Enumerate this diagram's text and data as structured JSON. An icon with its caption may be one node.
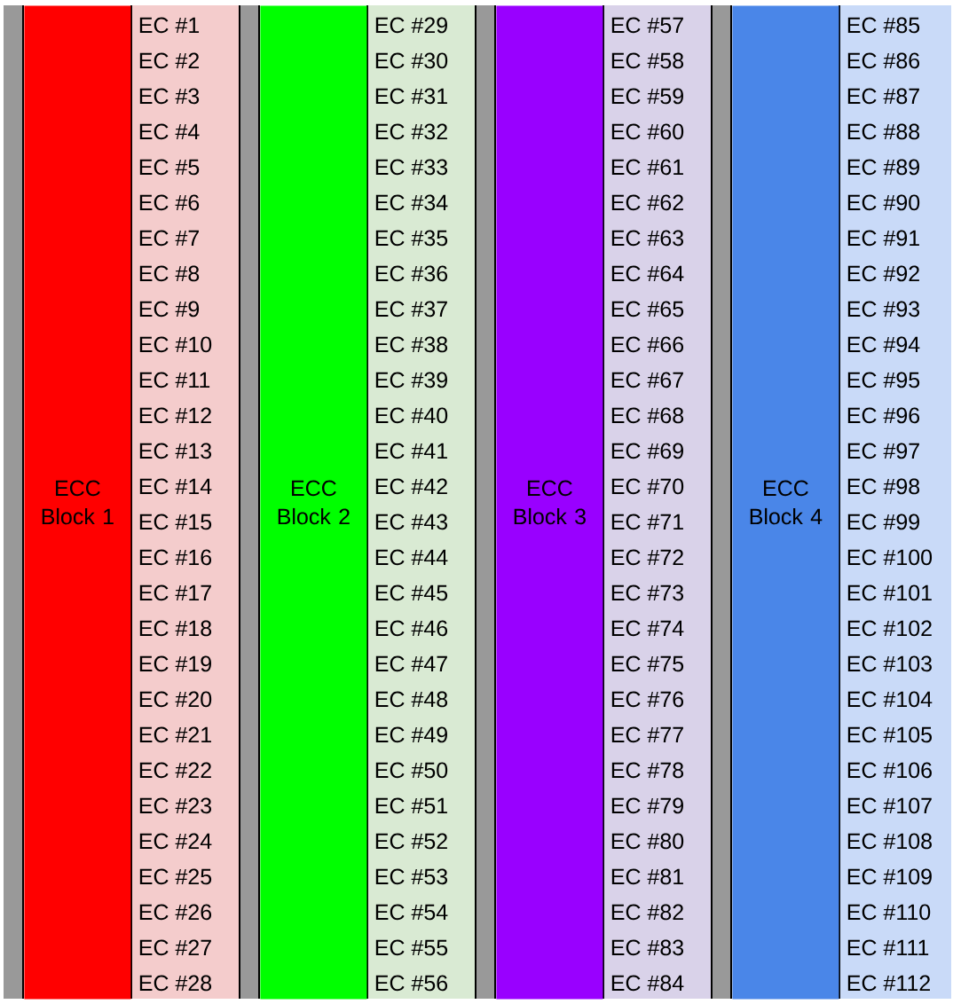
{
  "diagram": {
    "nodes": [
      {
        "text": [
          "ECC Block 1"
        ]
      },
      {
        "text": [
          "EC #1",
          "EC #2",
          "EC #3",
          "EC #4",
          "EC #5",
          "EC #6",
          "EC #7",
          "EC #8",
          "EC #9",
          "EC #10",
          "EC #11",
          "EC #12",
          "EC #13",
          "EC #14",
          "EC #15",
          "EC #16",
          "EC #17",
          "EC #18",
          "EC #19",
          "EC #20",
          "EC #21",
          "EC #22",
          "EC #23",
          "EC #24",
          "EC #25",
          "EC #26",
          "EC #27",
          "EC #28"
        ]
      },
      {
        "text": [
          "ECC Block 2"
        ]
      },
      {
        "text": [
          "EC #29",
          "EC #30",
          "EC #31",
          "EC #32",
          "EC #33",
          "EC #34",
          "EC #35",
          "EC #36",
          "EC #37",
          "EC #38",
          "EC #39",
          "EC #40",
          "EC #41",
          "EC #42",
          "EC #43",
          "EC #44",
          "EC #45",
          "EC #46",
          "EC #47",
          "EC #48",
          "EC #49",
          "EC #50",
          "EC #51",
          "EC #52",
          "EC #53",
          "EC #54",
          "EC #55",
          "EC #56"
        ]
      },
      {
        "text": [
          "ECC Block 3"
        ]
      },
      {
        "text": [
          "EC #57",
          "EC #58",
          "EC #59",
          "EC #60",
          "EC #61",
          "EC #62",
          "EC #63",
          "EC #64",
          "EC #65",
          "EC #66",
          "EC #67",
          "EC #68",
          "EC #69",
          "EC #70",
          "EC #71",
          "EC #72",
          "EC #73",
          "EC #74",
          "EC #75",
          "EC #76",
          "EC #77",
          "EC #78",
          "EC #79",
          "EC #80",
          "EC #81",
          "EC #82",
          "EC #83",
          "EC #84"
        ]
      },
      {
        "text": [
          "ECC Block 4"
        ]
      },
      {
        "text": [
          "EC #85",
          "EC #86",
          "EC #87",
          "EC #88",
          "EC #89",
          "EC #90",
          "EC #91",
          "EC #92",
          "EC #93",
          "EC #94",
          "EC #95",
          "EC #96",
          "EC #97",
          "EC #98",
          "EC #99",
          "EC #100",
          "EC #101",
          "EC #102",
          "EC #103",
          "EC #104",
          "EC #105",
          "EC #106",
          "EC #107",
          "EC #108",
          "EC #109",
          "EC #110",
          "EC #111",
          "EC #112"
        ]
      }
    ]
  }
}
